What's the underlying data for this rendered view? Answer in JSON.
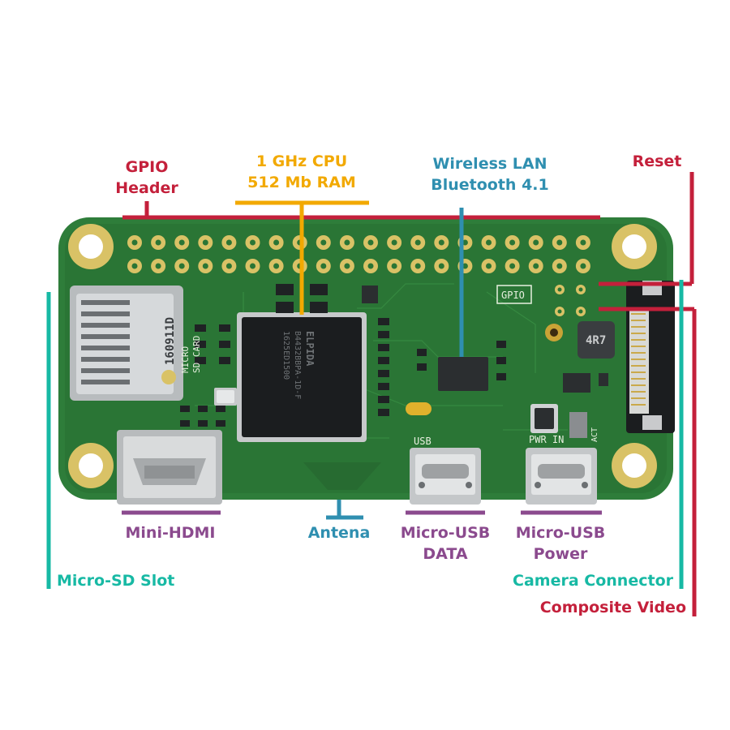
{
  "labels": {
    "gpio": [
      "GPIO",
      "Header"
    ],
    "cpu": [
      "1 GHz CPU",
      "512 Mb RAM"
    ],
    "wireless": [
      "Wireless LAN",
      "Bluetooth 4.1"
    ],
    "reset": "Reset",
    "mini_hdmi": "Mini-HDMI",
    "antena": "Antena",
    "usb_data": [
      "Micro-USB",
      "DATA"
    ],
    "usb_power": [
      "Micro-USB",
      "Power"
    ],
    "micro_sd": "Micro-SD Slot",
    "camera": "Camera Connector",
    "composite": "Composite Video"
  },
  "silkscreen": {
    "micro_sd_card": [
      "MICRO",
      "SD CARD"
    ],
    "sd_code": "160911D",
    "ram_brand": "ELPIDA",
    "ram_part": "B4432BBPA-1D-F",
    "ram_code": "1625ED1500",
    "gpio": "GPIO",
    "usb": "USB",
    "pwr_in": "PWR  IN",
    "act": "ACT",
    "inductor": "4R7"
  },
  "colors": {
    "gpio": "#c4203b",
    "cpu": "#f2a900",
    "wireless": "#2f8fb0",
    "ports": "#8b4a8e",
    "teal": "#17b9a4",
    "board": "#2e7d3a"
  }
}
